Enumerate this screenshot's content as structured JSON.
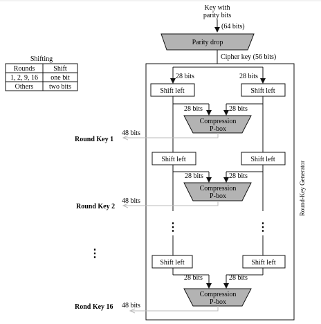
{
  "input": {
    "line1": "Key with",
    "line2": "parity bits",
    "bits": "(64 bits)"
  },
  "parity_drop": "Parity drop",
  "cipher_key": "Cipher key (56 bits)",
  "side_label": "Round-Key Generator",
  "shifting_table": {
    "title": "Shifting",
    "headers": [
      "Rounds",
      "Shift"
    ],
    "rows": [
      [
        "1, 2, 9, 16",
        "one bit"
      ],
      [
        "Others",
        "two bits"
      ]
    ]
  },
  "labels": {
    "bits28": "28 bits",
    "bits48": "48 bits",
    "shift_left": "Shift left",
    "compression1": "Compression",
    "compression2": "P-box",
    "dots": "⋮"
  },
  "round_keys": [
    "Round Key 1",
    "Round Key 2",
    "Rond Key 16"
  ]
}
